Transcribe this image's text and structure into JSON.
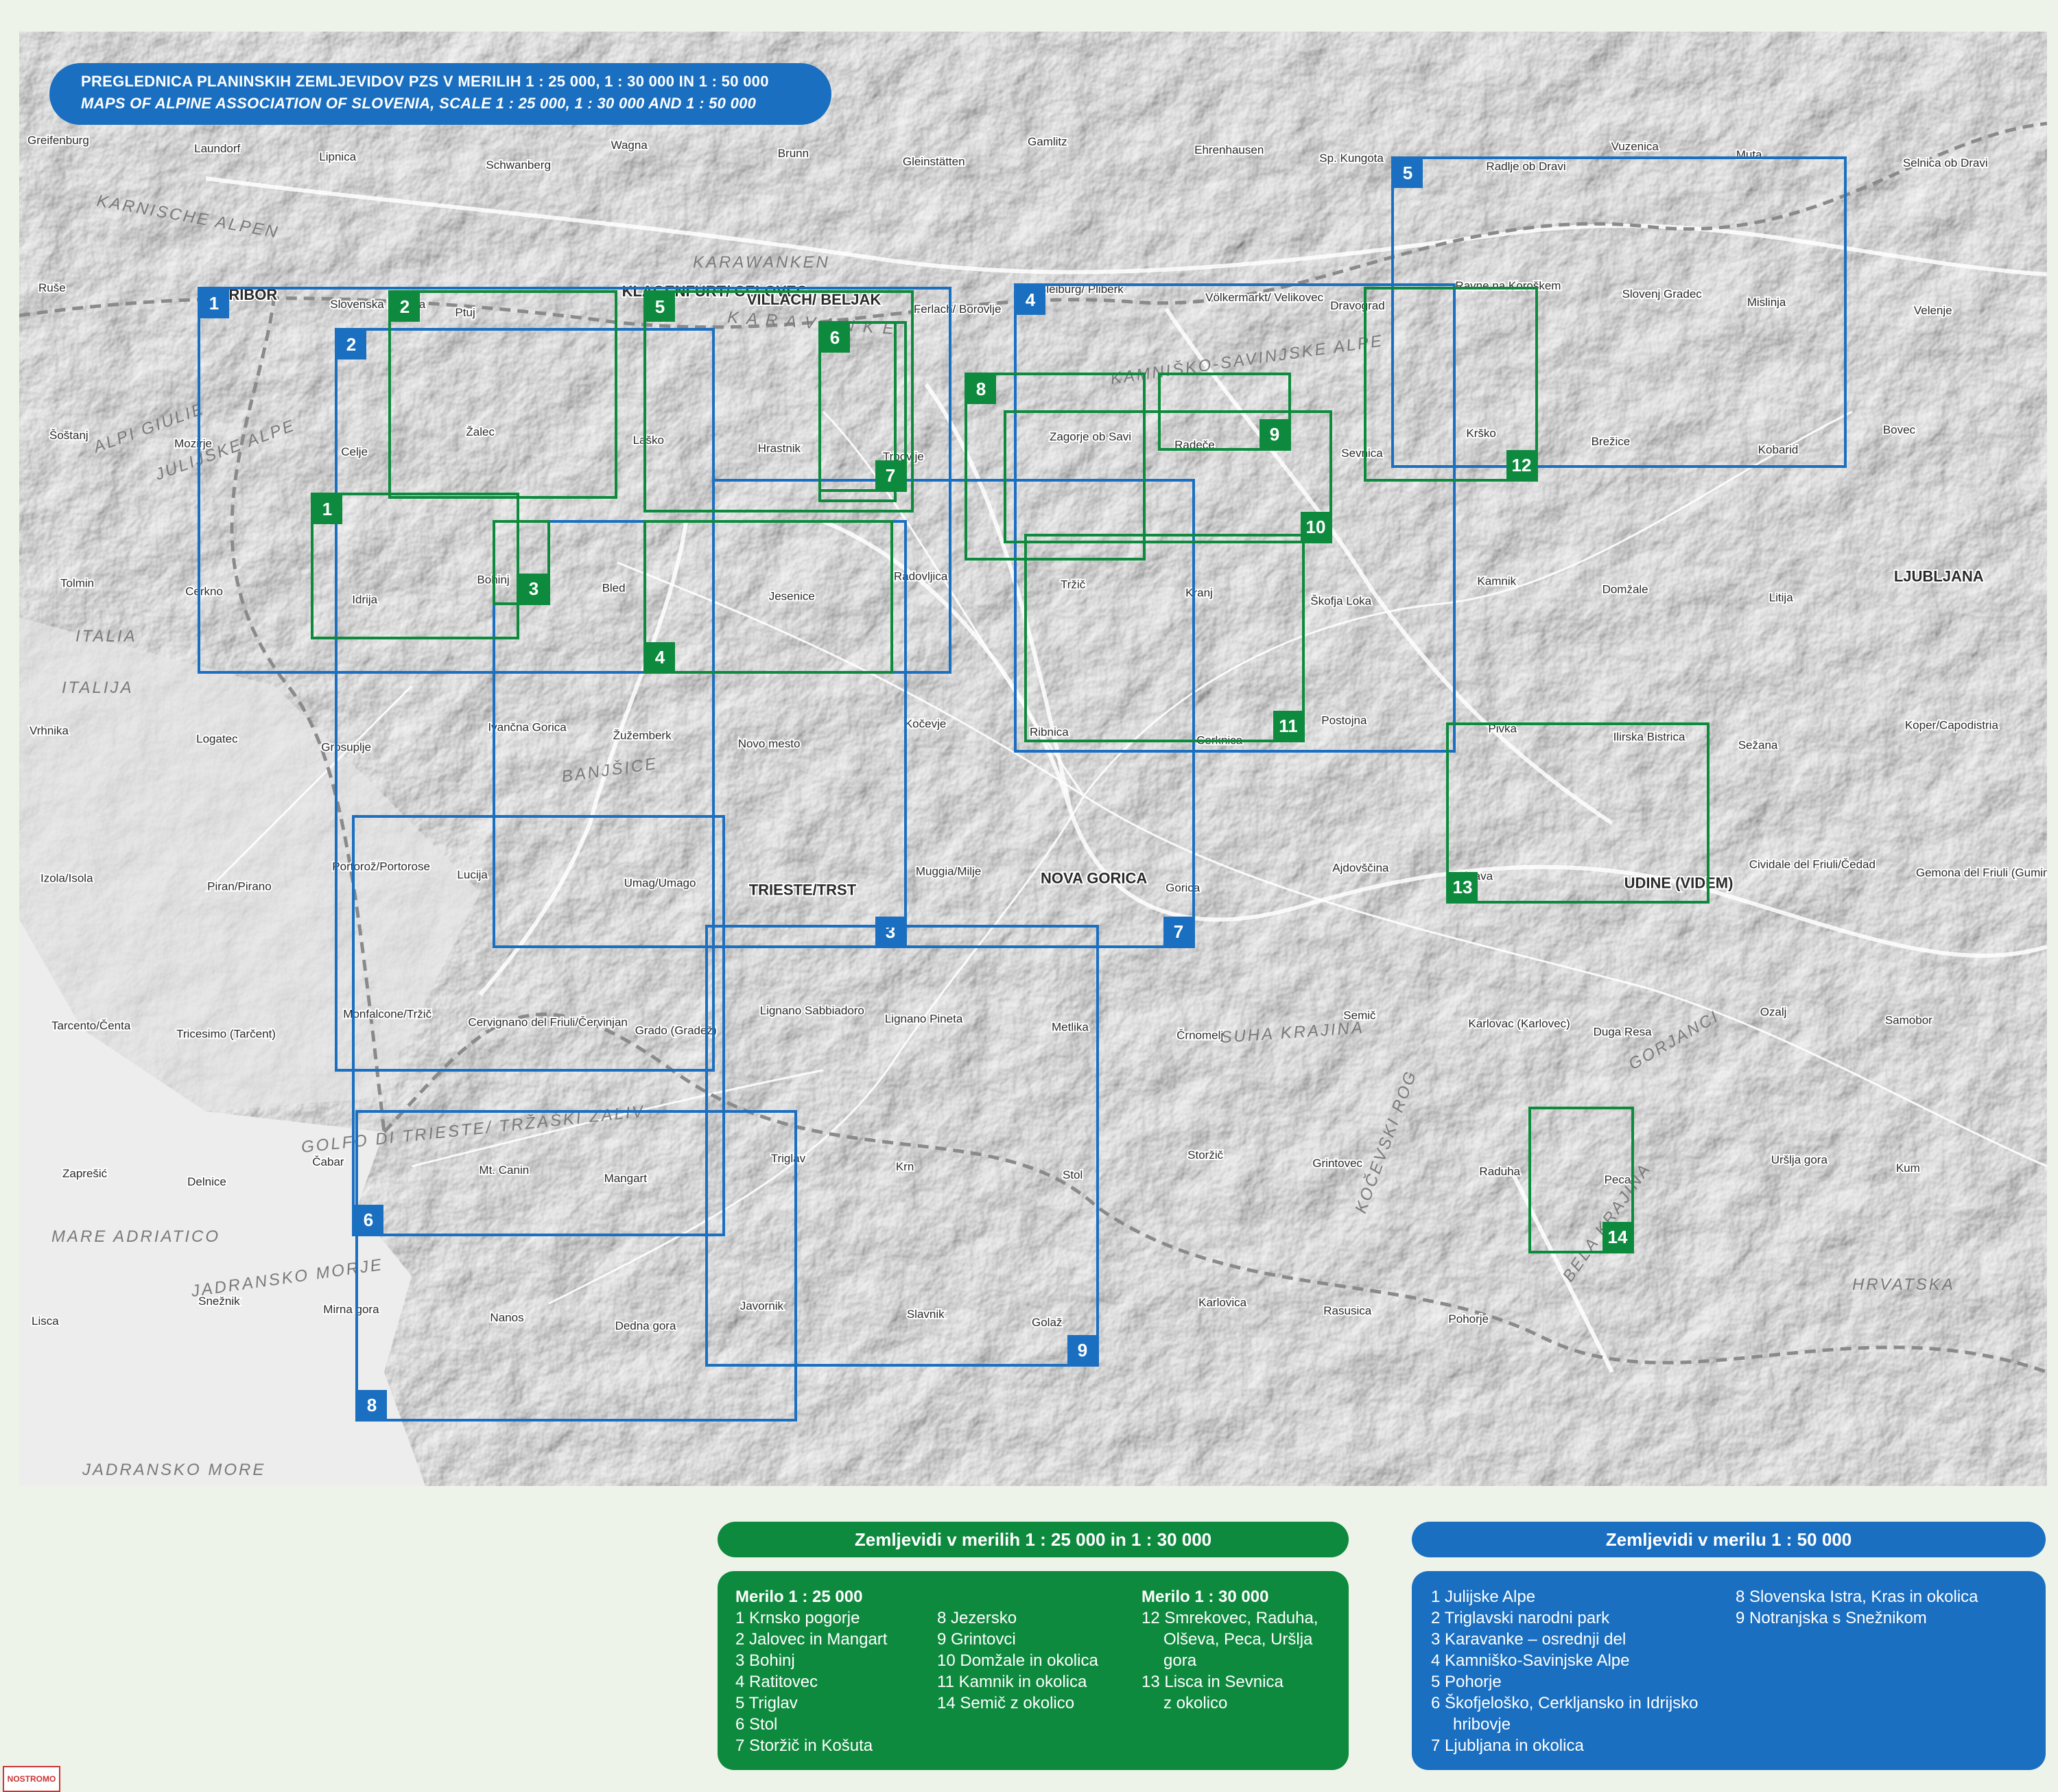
{
  "title": {
    "line1": "PREGLEDNICA PLANINSKIH ZEMLJEVIDOV PZS V MERILIH 1 : 25 000, 1 : 30 000 IN 1 : 50 000",
    "line2": "MAPS OF ALPINE ASSOCIATION OF SLOVENIA, SCALE 1 : 25 000, 1 : 30 000 AND 1 : 50 000"
  },
  "colors": {
    "green": "#0e8a3e",
    "blue": "#1a6fc1",
    "relief": "#d9d9d9",
    "road": "#ffffff",
    "border": "#8a8a8a"
  },
  "place_labels": [
    "Greifenburg",
    "Laundorf",
    "Lipnica",
    "Schwanberg",
    "Wagna",
    "Brunn",
    "Gleinstätten",
    "Gamlitz",
    "Ehrenhausen",
    "Sp. Kungota",
    "Radlje ob Dravi",
    "Vuzenica",
    "Muta",
    "Selnica ob Dravi",
    "Ruše",
    "MARIBOR",
    "Slovenska Bistrica",
    "Ptuj",
    "KLAGENFURT/ CELOVEC",
    "VILLACH/ BELJAK",
    "Ferlach/ Borovlje",
    "Bleiburg/ Pliberk",
    "Völkermarkt/ Velikovec",
    "Dravograd",
    "Ravne na Koroškem",
    "Slovenj Gradec",
    "Mislinja",
    "Velenje",
    "Šoštanj",
    "Mozirje",
    "Celje",
    "Žalec",
    "Laško",
    "Hrastnik",
    "Trbovlje",
    "Zagorje ob Savi",
    "Radeče",
    "Sevnica",
    "Krško",
    "Brežice",
    "Kobarid",
    "Bovec",
    "Tolmin",
    "Cerkno",
    "Idrija",
    "Bohinj",
    "Bled",
    "Jesenice",
    "Radovljica",
    "Tržič",
    "Kranj",
    "Škofja Loka",
    "Kamnik",
    "Domžale",
    "Litija",
    "LJUBLJANA",
    "Vrhnika",
    "Logatec",
    "Grosuplje",
    "Ivančna Gorica",
    "Žužemberk",
    "Novo mesto",
    "Kočevje",
    "Ribnica",
    "Cerknica",
    "Postojna",
    "Pivka",
    "Ilirska Bistrica",
    "Sežana",
    "Koper/Capodistria",
    "Izola/Isola",
    "Piran/Pirano",
    "Portorož/Portorose",
    "Lucija",
    "Umag/Umago",
    "TRIESTE/TRST",
    "Muggia/Milje",
    "NOVA GORICA",
    "Gorica",
    "Ajdovščina",
    "Vipava",
    "UDINE (VIDEM)",
    "Cividale del Friuli/Čedad",
    "Gemona del Friuli (Gumin)",
    "Tarcento/Čenta",
    "Tricesimo (Tarčent)",
    "Monfalcone/Tržič",
    "Cervignano del Friuli/Červinjan",
    "Grado (Gradež)",
    "Lignano Sabbiadoro",
    "Lignano Pineta",
    "Metlika",
    "Črnomelj",
    "Semič",
    "Karlovac (Karlovec)",
    "Duga Resa",
    "Ozalj",
    "Samobor",
    "Zaprešić",
    "Delnice",
    "Čabar",
    "Mt. Canin",
    "Mangart",
    "Triglav",
    "Krn",
    "Stol",
    "Storžič",
    "Grintovec",
    "Raduha",
    "Peca",
    "Uršlja gora",
    "Kum",
    "Lisca",
    "Snežnik",
    "Mirna gora",
    "Nanos",
    "Dedna gora",
    "Javornik",
    "Slavnik",
    "Golaž",
    "Karlovica",
    "Rasusica",
    "Pohorje"
  ],
  "region_labels": [
    "MARE ADRIATICO",
    "JADRANSKO MORJE",
    "JADRANSKO MORE",
    "GOLFO DI TRIESTE/ TRŽAŠKI ZALIV",
    "KARAWANKEN",
    "K A R A V A N K E",
    "ALPI GIULIE",
    "JULIJSKE ALPE",
    "KAMNIŠKO-SAVINJSKE ALPE",
    "SUHA KRAJINA",
    "GORJANCI",
    "KOČEVSKI ROG",
    "BELA KRAJINA",
    "BANJŠICE",
    "KARNISCHE ALPEN",
    "ITALIA",
    "ITALIJA",
    "HRVATSKA"
  ],
  "map_frames": [
    {
      "id": "1",
      "scale": "1:50 000",
      "color": "blue"
    },
    {
      "id": "2",
      "scale": "1:50 000",
      "color": "blue"
    },
    {
      "id": "3",
      "scale": "1:50 000",
      "color": "blue"
    },
    {
      "id": "4",
      "scale": "1:50 000",
      "color": "blue"
    },
    {
      "id": "5",
      "scale": "1:50 000",
      "color": "blue"
    },
    {
      "id": "6",
      "scale": "1:50 000",
      "color": "blue"
    },
    {
      "id": "7",
      "scale": "1:50 000",
      "color": "blue"
    },
    {
      "id": "8",
      "scale": "1:50 000",
      "color": "blue"
    },
    {
      "id": "9",
      "scale": "1:50 000",
      "color": "blue"
    },
    {
      "id": "1",
      "scale": "1:25 000",
      "color": "green"
    },
    {
      "id": "2",
      "scale": "1:25 000",
      "color": "green"
    },
    {
      "id": "3",
      "scale": "1:25 000",
      "color": "green"
    },
    {
      "id": "4",
      "scale": "1:25 000",
      "color": "green"
    },
    {
      "id": "5",
      "scale": "1:25 000",
      "color": "green"
    },
    {
      "id": "6",
      "scale": "1:25 000",
      "color": "green"
    },
    {
      "id": "7",
      "scale": "1:25 000",
      "color": "green"
    },
    {
      "id": "8",
      "scale": "1:25 000",
      "color": "green"
    },
    {
      "id": "9",
      "scale": "1:25 000",
      "color": "green"
    },
    {
      "id": "10",
      "scale": "1:25 000",
      "color": "green"
    },
    {
      "id": "11",
      "scale": "1:25 000",
      "color": "green"
    },
    {
      "id": "14",
      "scale": "1:25 000",
      "color": "green"
    },
    {
      "id": "12",
      "scale": "1:30 000",
      "color": "green"
    },
    {
      "id": "13",
      "scale": "1:30 000",
      "color": "green"
    }
  ],
  "legend_green": {
    "heading": "Zemljevidi v merilih 1 : 25 000 in 1 : 30 000",
    "col1_header": "Merilo 1 : 25 000",
    "col1": [
      "1 Krnsko pogorje",
      "2 Jalovec in Mangart",
      "3 Bohinj",
      "4 Ratitovec",
      "5 Triglav",
      "6 Stol",
      "7 Storžič in Košuta"
    ],
    "col2": [
      "8 Jezersko",
      "9 Grintovci",
      "10 Domžale in okolica",
      "11 Kamnik in okolica",
      "14 Semič z okolico"
    ],
    "col3_header": "Merilo 1 : 30 000",
    "col3": [
      {
        "text": "12 Smrekovec, Raduha,",
        "indent": false
      },
      {
        "text": "Olševa, Peca, Uršlja",
        "indent": true
      },
      {
        "text": "gora",
        "indent": true
      },
      {
        "text": "13 Lisca in Sevnica",
        "indent": false
      },
      {
        "text": "z okolico",
        "indent": true
      }
    ]
  },
  "legend_blue": {
    "heading": "Zemljevidi v merilu 1 : 50 000",
    "col1": [
      {
        "text": "1 Julijske Alpe",
        "indent": false
      },
      {
        "text": "2 Triglavski narodni park",
        "indent": false
      },
      {
        "text": "3 Karavanke – osrednji del",
        "indent": false
      },
      {
        "text": "4 Kamniško-Savinjske Alpe",
        "indent": false
      },
      {
        "text": "5 Pohorje",
        "indent": false
      },
      {
        "text": "6 Škofjeloško, Cerkljansko in Idrijsko",
        "indent": false
      },
      {
        "text": "hribovje",
        "indent": true
      },
      {
        "text": "7 Ljubljana in okolica",
        "indent": false
      }
    ],
    "col2": [
      "8 Slovenska Istra, Kras in okolica",
      "9 Notranjska s Snežnikom"
    ]
  },
  "logo_text": "NOSTROMO"
}
